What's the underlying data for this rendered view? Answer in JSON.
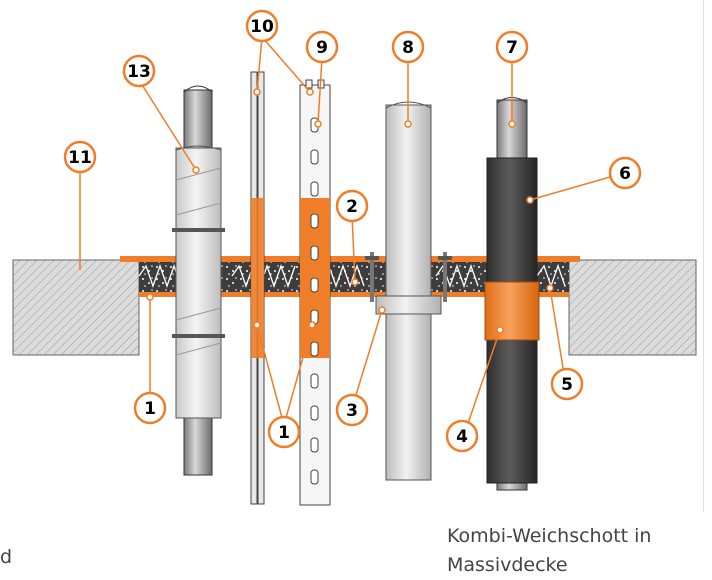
{
  "colors": {
    "accent": "#f07d28",
    "concrete": "#d8d8d8",
    "pipe": "#c8c8c8",
    "insulation": "#4a4a4a"
  },
  "caption": {
    "line1": "Kombi-Weichschott in",
    "line2": "Massivdecke"
  },
  "fragment": "d",
  "callouts": [
    {
      "id": "c13",
      "label": "13"
    },
    {
      "id": "c10",
      "label": "10"
    },
    {
      "id": "c9",
      "label": "9"
    },
    {
      "id": "c8",
      "label": "8"
    },
    {
      "id": "c7",
      "label": "7"
    },
    {
      "id": "c11",
      "label": "11"
    },
    {
      "id": "c6",
      "label": "6"
    },
    {
      "id": "c2",
      "label": "2"
    },
    {
      "id": "c1a",
      "label": "1"
    },
    {
      "id": "c1b",
      "label": "1"
    },
    {
      "id": "c3",
      "label": "3"
    },
    {
      "id": "c4",
      "label": "4"
    },
    {
      "id": "c5",
      "label": "5"
    }
  ]
}
